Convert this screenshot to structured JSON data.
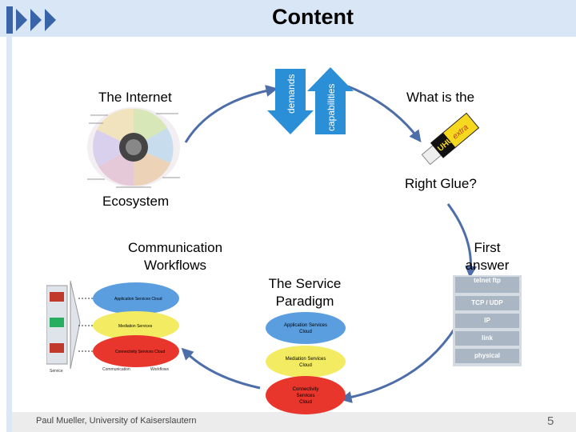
{
  "slide": {
    "title": "Content",
    "footer": "Paul Mueller, University of Kaiserslautern",
    "page_number": "5"
  },
  "labels": {
    "internet": "The Internet",
    "ecosystem": "Ecosystem",
    "what_is_the": "What is the",
    "right_glue": "Right Glue?",
    "communication": "Communication",
    "workflows": "Workflows",
    "first": "First",
    "answer": "answer",
    "service": "The Service",
    "paradigm": "Paradigm"
  },
  "arrows": {
    "demands": "demands",
    "capabilities": "capabilities"
  },
  "glue_tube": {
    "brand": "UHU",
    "product": "extra"
  },
  "stack": [
    "telnet ftp",
    "TCP / UDP",
    "IP",
    "link",
    "physical"
  ],
  "clouds": {
    "application": "Application Services Cloud",
    "mediation": "Mediation Services Cloud",
    "connectivity": "Connectivity Services Cloud"
  },
  "colors": {
    "header": "#d9e6f6",
    "cycle_arrow": "#4d6ea8",
    "demands_arrow": "#2b8fd8",
    "cloud_blue": "#5b9ee0",
    "cloud_yellow": "#f3ec62",
    "cloud_red": "#e8362c",
    "stack_cell": "#aab6c4"
  }
}
